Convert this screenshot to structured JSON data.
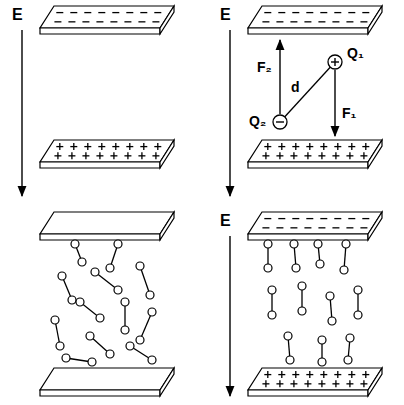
{
  "diagram": {
    "labels": [
      "E",
      "E",
      "F₂",
      "Q₁",
      "d",
      "Q₂",
      "F₁",
      "E"
    ]
  }
}
